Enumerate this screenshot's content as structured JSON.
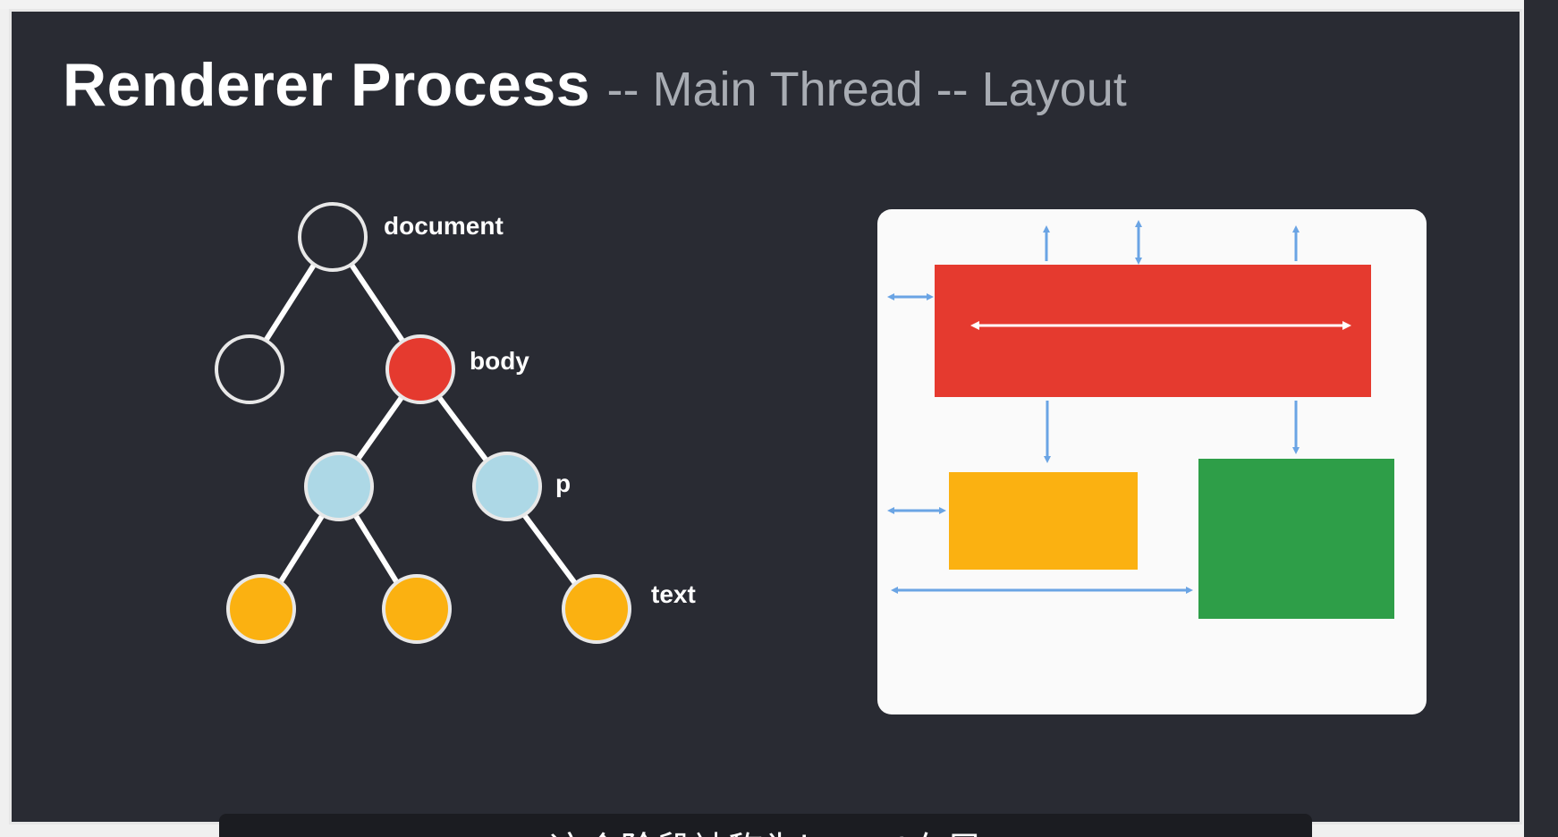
{
  "slide": {
    "title_main": "Renderer Process",
    "title_sub": "-- Main Thread -- Layout"
  },
  "tree": {
    "labels": {
      "document": "document",
      "body": "body",
      "p": "p",
      "text": "text"
    },
    "colors": {
      "document": "#292b33",
      "body": "#e53a2f",
      "p": "#add8e6",
      "text": "#fbb111",
      "stroke": "#e8e8e8",
      "edge": "#ffffff"
    }
  },
  "layout_panel": {
    "colors": {
      "red_box": "#e53a2f",
      "yellow_box": "#fbb111",
      "green_box": "#2e9e48",
      "arrow": "#6aa4e4",
      "inner_arrow": "#ffffff",
      "background": "#fafafa"
    }
  },
  "subtitle": {
    "text": "这个阶段被称为layout布局"
  }
}
